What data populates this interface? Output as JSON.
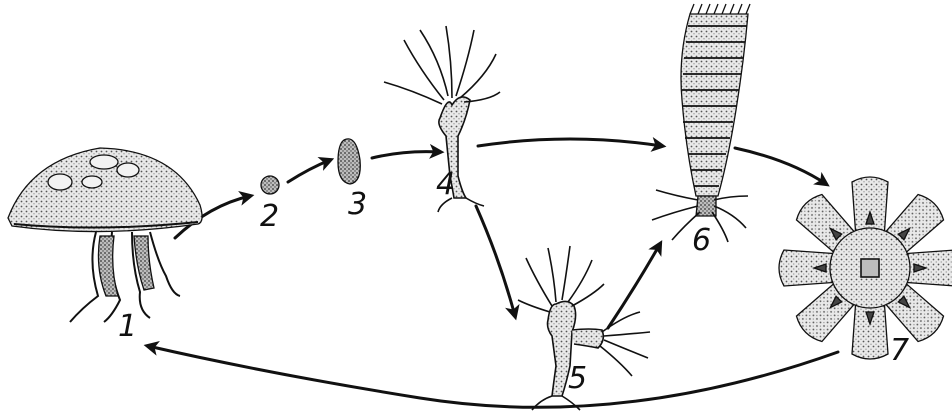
{
  "diagram": {
    "stages": [
      {
        "label": "1",
        "icon": "medusa-icon"
      },
      {
        "label": "2",
        "icon": "egg-icon"
      },
      {
        "label": "3",
        "icon": "planula-icon"
      },
      {
        "label": "4",
        "icon": "polyp-icon"
      },
      {
        "label": "5",
        "icon": "budding-polyp-icon"
      },
      {
        "label": "6",
        "icon": "strobila-icon"
      },
      {
        "label": "7",
        "icon": "ephyra-icon"
      }
    ],
    "arrows": [
      {
        "from": "1",
        "to": "2"
      },
      {
        "from": "2",
        "to": "3"
      },
      {
        "from": "3",
        "to": "4"
      },
      {
        "from": "4",
        "to": "6"
      },
      {
        "from": "4",
        "to": "5"
      },
      {
        "from": "5",
        "to": "6"
      },
      {
        "from": "6",
        "to": "7"
      },
      {
        "from": "7",
        "to": "1"
      }
    ],
    "colors": {
      "ink": "#111111",
      "background": "#ffffff",
      "fill_light": "#e6e6e6",
      "fill_mid": "#bdbdbd"
    }
  }
}
